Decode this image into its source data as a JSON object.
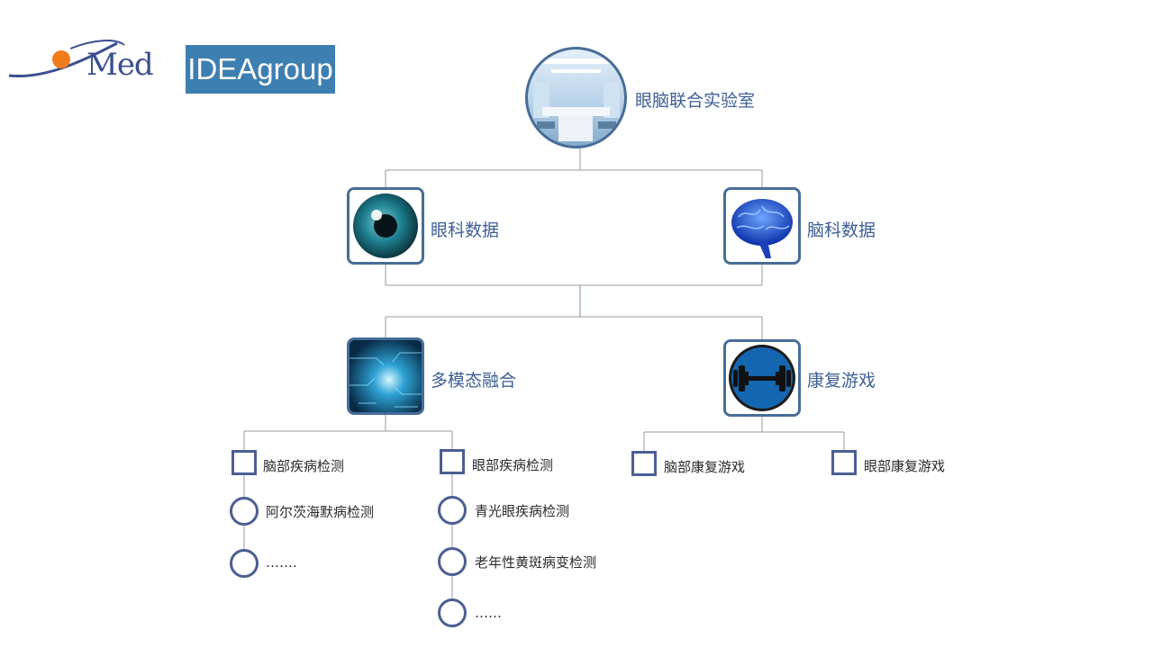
{
  "logos": {
    "med_text": "Med",
    "idea_text": "IDEAgroup",
    "accent_orange": "#f07c1b",
    "brand_blue": "#3a4f8f",
    "idea_bg": "#3e7fb1"
  },
  "root": {
    "label": "眼脑联合实验室",
    "icon": "lab-room-icon"
  },
  "level1": [
    {
      "label": "眼科数据",
      "icon": "eye-icon"
    },
    {
      "label": "脑科数据",
      "icon": "brain-icon"
    }
  ],
  "level2": [
    {
      "label": "多模态融合",
      "icon": "circuit-icon"
    },
    {
      "label": "康复游戏",
      "icon": "dumbbell-icon"
    }
  ],
  "fusion_branches": [
    {
      "label": "脑部疾病检测",
      "items": [
        "阿尔茨海默病检测",
        "……."
      ]
    },
    {
      "label": "眼部疾病检测",
      "items": [
        "青光眼疾病检测",
        "老年性黄斑病变检测",
        "……"
      ]
    }
  ],
  "game_branches": [
    {
      "label": "脑部康复游戏"
    },
    {
      "label": "眼部康复游戏"
    }
  ],
  "colors": {
    "node_border": "#466d98",
    "leaf_border": "#4b5f92",
    "line": "#9a9a9a",
    "label": "#3d5f95"
  }
}
